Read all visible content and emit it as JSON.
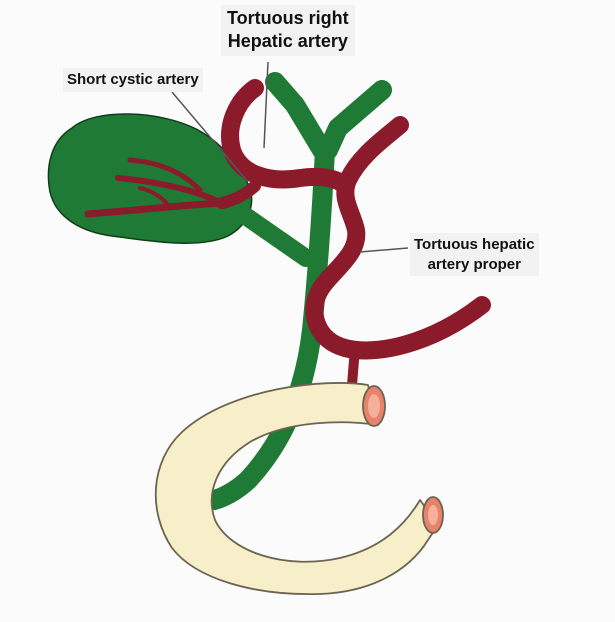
{
  "labels": {
    "tortuous_right_hepatic_line1": "Tortuous right",
    "tortuous_right_hepatic_line2": "Hepatic artery",
    "short_cystic_artery": "Short cystic artery",
    "tortuous_hepatic_proper_line1": "Tortuous hepatic",
    "tortuous_hepatic_proper_line2": "artery proper"
  },
  "colors": {
    "biliary_green": "#1e7a34",
    "artery_red": "#8b1a2b",
    "duodenum_fill": "#f7efc9",
    "duodenum_outline": "#6a6450",
    "lumen_orange": "#e9826a",
    "leader_line": "#555555"
  }
}
